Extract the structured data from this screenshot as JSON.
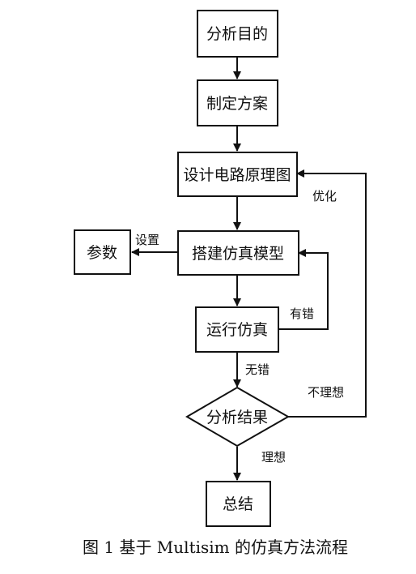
{
  "nodes": {
    "analysis_goal": "分析目的",
    "make_plan": "制定方案",
    "design_schematic": "设计电路原理图",
    "build_model": "搭建仿真模型",
    "parameters": "参数",
    "run_simulation": "运行仿真",
    "analyze_results": "分析结果",
    "summary": "总结"
  },
  "edges": {
    "set": "设置",
    "optimize": "优化",
    "has_error": "有错",
    "no_error": "无错",
    "not_ideal": "不理想",
    "ideal": "理想"
  },
  "caption": "图 1  基于 Multisim 的仿真方法流程"
}
